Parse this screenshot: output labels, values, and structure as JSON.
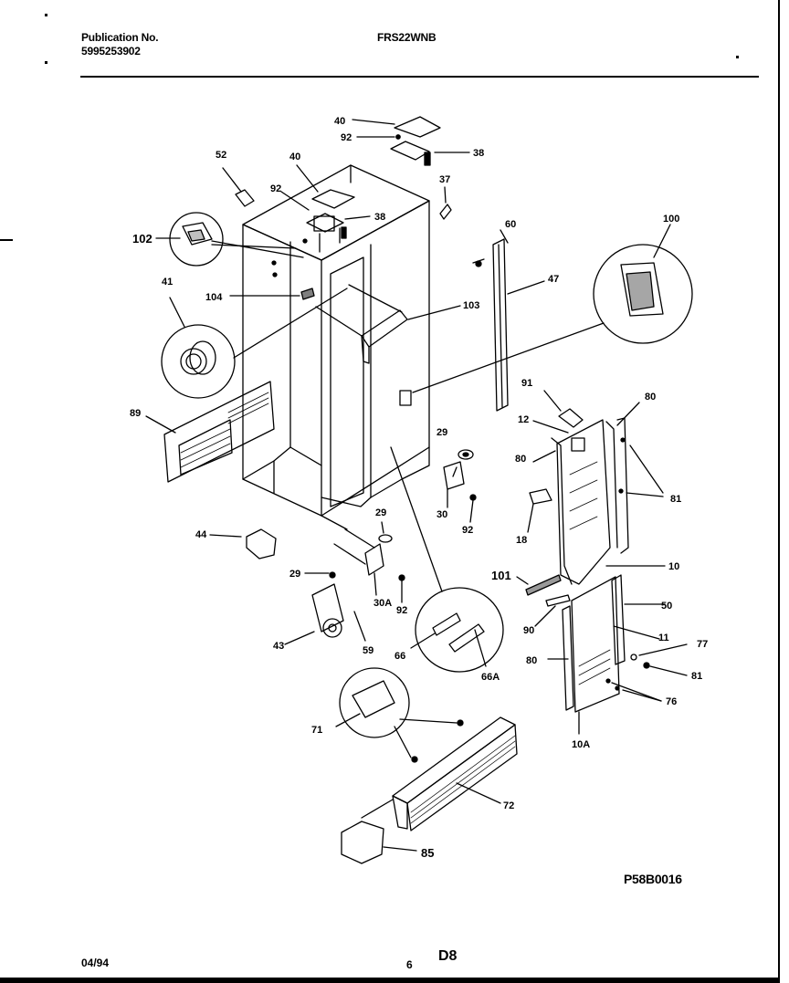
{
  "header": {
    "publication_label": "Publication No.",
    "publication_number": "5995253902",
    "model": "FRS22WNB"
  },
  "footer": {
    "date": "04/94",
    "page": "6",
    "section": "D8",
    "diagram_code": "P58B0016"
  },
  "part_labels": {
    "p40a": "40",
    "p92a": "92",
    "p38a": "38",
    "p52": "52",
    "p40b": "40",
    "p37": "37",
    "p92b": "92",
    "p38b": "38",
    "p60": "60",
    "p100": "100",
    "p102": "102",
    "p41": "41",
    "p104": "104",
    "p103": "103",
    "p47": "47",
    "p91": "91",
    "p80a": "80",
    "p89": "89",
    "p12": "12",
    "p29a": "29",
    "p80b": "80",
    "p81a": "81",
    "p30": "30",
    "p92c": "92",
    "p18": "18",
    "p44": "44",
    "p29b": "29",
    "p10": "10",
    "p101": "101",
    "p29c": "29",
    "p50": "50",
    "p30a": "30A",
    "p92d": "92",
    "p90": "90",
    "p11": "11",
    "p43": "43",
    "p59": "59",
    "p66": "66",
    "p80c": "80",
    "p77": "77",
    "p81b": "81",
    "p66a": "66A",
    "p76": "76",
    "p71": "71",
    "p10a": "10A",
    "p72": "72",
    "p85": "85"
  }
}
